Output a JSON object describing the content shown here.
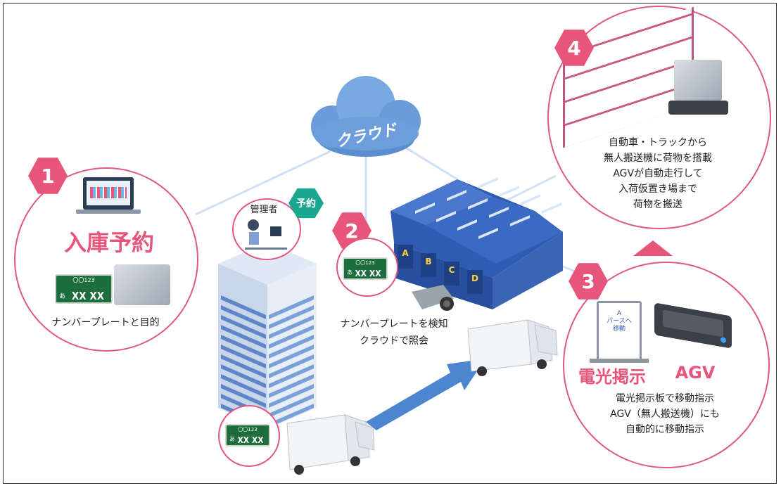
{
  "cloud": {
    "label": "クラウド"
  },
  "step1": {
    "number": "1",
    "title": "入庫予約",
    "plate": {
      "top": "〇〇123",
      "kana": "あ",
      "number": "XX XX"
    },
    "caption": "ナンバープレートと目的"
  },
  "manager": {
    "label": "管理者",
    "badge": "予約"
  },
  "step2": {
    "number": "2",
    "plate": {
      "top": "〇〇123",
      "kana": "あ",
      "number": "XX XX"
    },
    "caption_line1": "ナンバープレートを検知",
    "caption_line2": "クラウドで照会"
  },
  "warehouse": {
    "doors": [
      "A",
      "B",
      "C",
      "D"
    ]
  },
  "truck_plate": {
    "top": "〇〇123",
    "kana": "あ",
    "number": "XX XX"
  },
  "step3": {
    "number": "3",
    "sign_text": "A\nバースへ\n移動",
    "sign_label": "電光掲示",
    "agv_label": "AGV",
    "description": "電光掲示板で移動指示\nAGV（無人搬送機）にも\n自動的に移動指示"
  },
  "step4": {
    "number": "4",
    "description": "自動車・トラックから\n無人搬送機に荷物を搭載\nAGVが自動走行して\n入荷仮置き場まで\n荷物を搬送"
  },
  "colors": {
    "accent": "#e8557b",
    "teal": "#1aa78f",
    "building": "#3d6cc4",
    "plate": "#1d6e3c"
  }
}
